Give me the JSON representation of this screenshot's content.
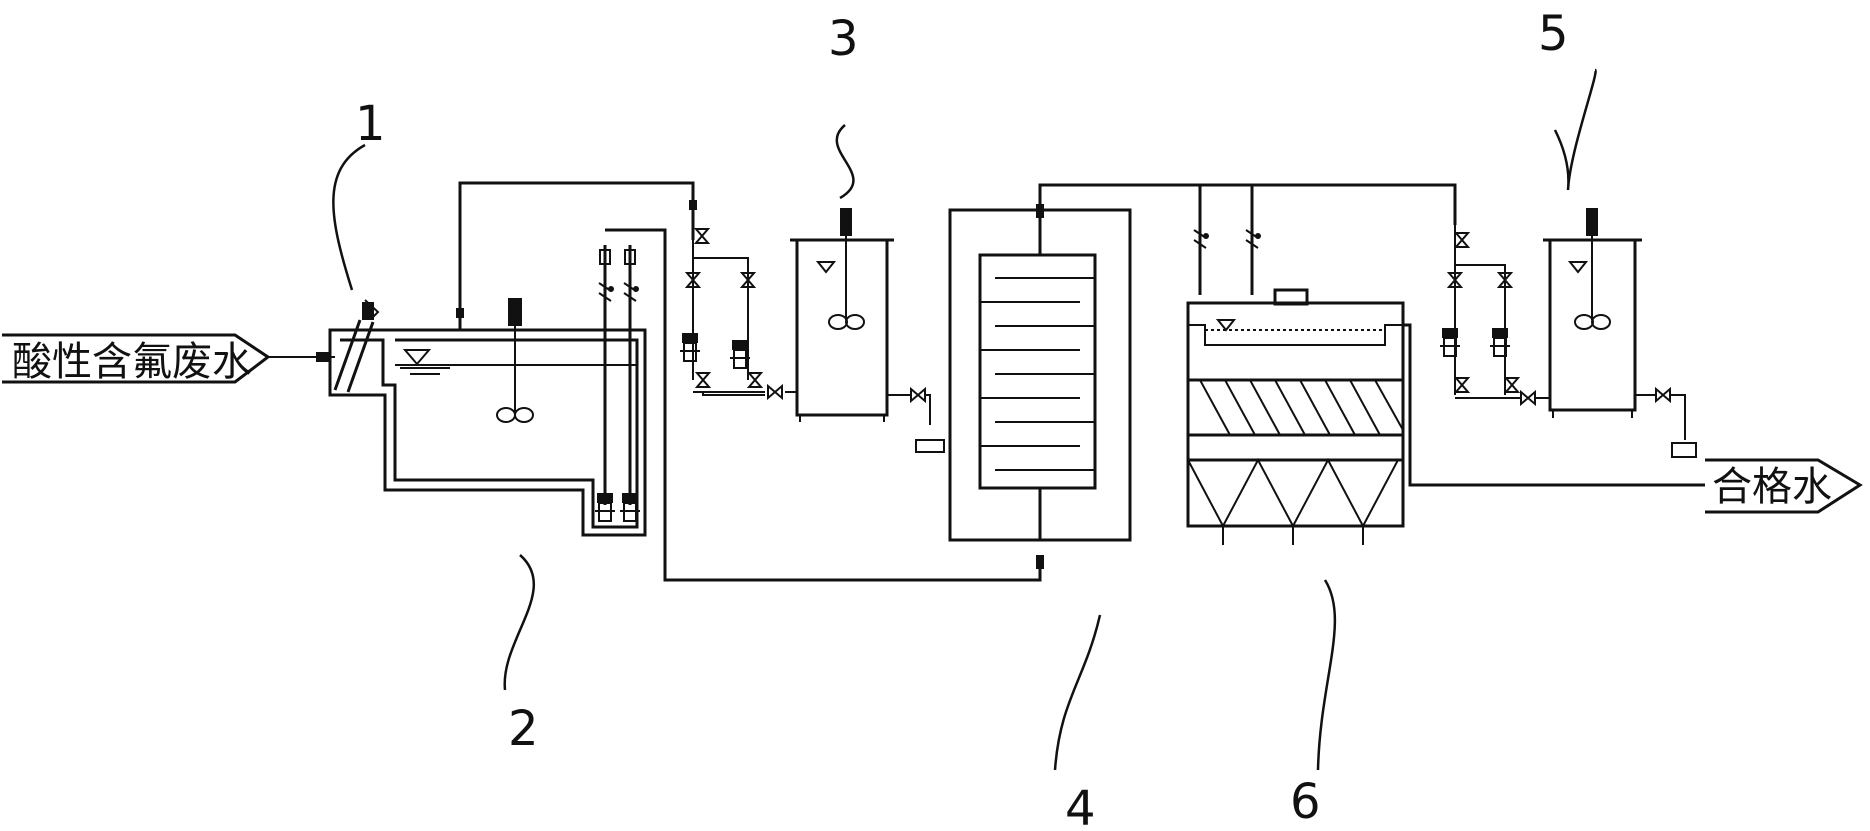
{
  "labels": {
    "inlet": "酸性含氟废水",
    "outlet": "合格水",
    "n1": "1",
    "n2": "2",
    "n3": "3",
    "n4": "4",
    "n5": "5",
    "n6": "6"
  },
  "colors": {
    "line": "#111111",
    "background": "#ffffff"
  }
}
